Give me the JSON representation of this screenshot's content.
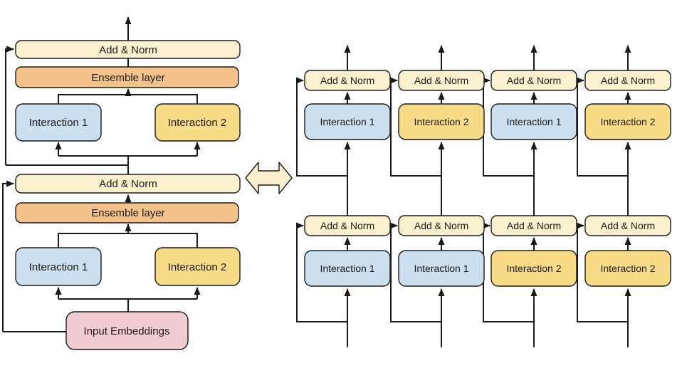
{
  "diagram": {
    "left": {
      "blocks": [
        {
          "add_norm": "Add & Norm",
          "ensemble": "Ensemble layer",
          "interactions": [
            "Interaction 1",
            "Interaction 2"
          ]
        },
        {
          "add_norm": "Add & Norm",
          "ensemble": "Ensemble layer",
          "interactions": [
            "Interaction 1",
            "Interaction 2"
          ]
        }
      ],
      "input_embeddings": "Input Embeddings"
    },
    "right": {
      "rows": [
        {
          "cells": [
            {
              "add_norm": "Add & Norm",
              "interaction": "Interaction 1",
              "fill": "#CBDFF1"
            },
            {
              "add_norm": "Add & Norm",
              "interaction": "Interaction 2",
              "fill": "#F8DB86"
            },
            {
              "add_norm": "Add & Norm",
              "interaction": "Interaction 1",
              "fill": "#CBDFF1"
            },
            {
              "add_norm": "Add & Norm",
              "interaction": "Interaction 2",
              "fill": "#F8DB86"
            }
          ]
        },
        {
          "cells": [
            {
              "add_norm": "Add & Norm",
              "interaction": "Interaction 1",
              "fill": "#CBDFF1"
            },
            {
              "add_norm": "Add & Norm",
              "interaction": "Interaction 1",
              "fill": "#CBDFF1"
            },
            {
              "add_norm": "Add & Norm",
              "interaction": "Interaction 2",
              "fill": "#F8DB86"
            },
            {
              "add_norm": "Add & Norm",
              "interaction": "Interaction 2",
              "fill": "#F8DB86"
            }
          ]
        }
      ]
    },
    "icons": {
      "equivalence": "left-right-double-arrow"
    },
    "colors": {
      "add_norm": "#FCF1CE",
      "ensemble": "#F5C289",
      "interaction1": "#CBDFF1",
      "interaction2": "#F8DB86",
      "input_embeddings": "#F3CBD3",
      "equivalence_fill": "#FBEFCD",
      "line": "#1A1A1A"
    }
  }
}
